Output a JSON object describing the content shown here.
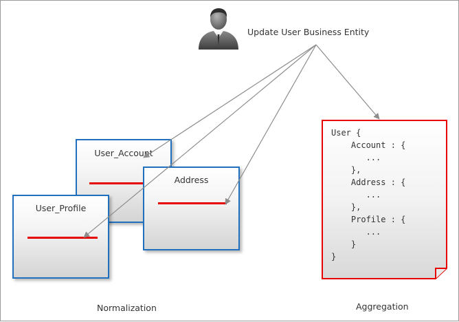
{
  "title": "Update User Business Entity",
  "entities": {
    "account": "User_Account",
    "address": "Address",
    "profile": "User_Profile"
  },
  "aggregate_code": "User {\n    Account : {\n       ...\n    },\n    Address : {\n       ...\n    },\n    Profile : {\n       ...\n    }\n}",
  "labels": {
    "normalization": "Normalization",
    "aggregation": "Aggregation"
  },
  "icons": {
    "actor": "user-avatar-icon"
  },
  "colors": {
    "entity_border": "#1f6fbf",
    "key_line": "#e60000",
    "aggregate_border": "#e60000",
    "arrow": "#8c8c8c"
  }
}
